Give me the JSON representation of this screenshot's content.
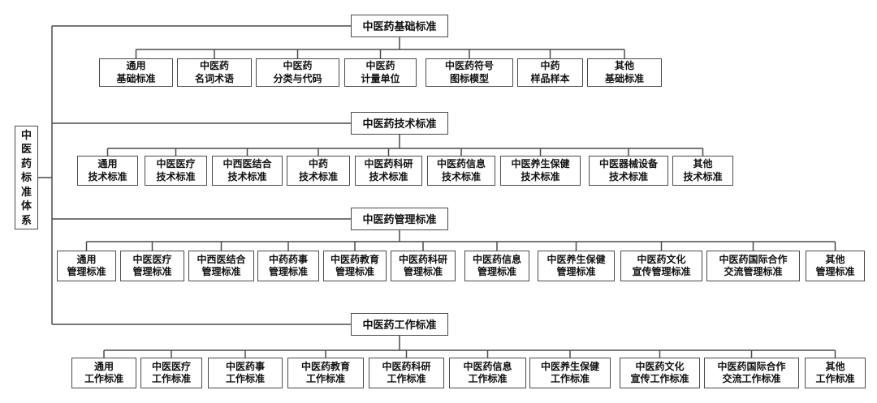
{
  "colors": {
    "line": "#4a4a4a",
    "box_border": "#4a4a4a",
    "text": "#111111",
    "background": "#ffffff"
  },
  "diagram": {
    "root": {
      "label": "中医药标准体系"
    },
    "branches": [
      {
        "label": "中医药基础标准",
        "children": [
          {
            "lines": [
              "通用",
              "基础标准"
            ]
          },
          {
            "lines": [
              "中医药",
              "名词术语"
            ]
          },
          {
            "lines": [
              "中医药",
              "分类与代码"
            ]
          },
          {
            "lines": [
              "中医药",
              "计量单位"
            ]
          },
          {
            "lines": [
              "中医药符号",
              "图标模型"
            ]
          },
          {
            "lines": [
              "中药",
              "样品样本"
            ]
          },
          {
            "lines": [
              "其他",
              "基础标准"
            ]
          }
        ]
      },
      {
        "label": "中医药技术标准",
        "children": [
          {
            "lines": [
              "通用",
              "技术标准"
            ]
          },
          {
            "lines": [
              "中医医疗",
              "技术标准"
            ]
          },
          {
            "lines": [
              "中西医结合",
              "技术标准"
            ]
          },
          {
            "lines": [
              "中药",
              "技术标准"
            ]
          },
          {
            "lines": [
              "中医药科研",
              "技术标准"
            ]
          },
          {
            "lines": [
              "中医药信息",
              "技术标准"
            ]
          },
          {
            "lines": [
              "中医养生保健",
              "技术标准"
            ]
          },
          {
            "lines": [
              "中医器械设备",
              "技术标准"
            ]
          },
          {
            "lines": [
              "其他",
              "技术标准"
            ]
          }
        ]
      },
      {
        "label": "中医药管理标准",
        "children": [
          {
            "lines": [
              "通用",
              "管理标准"
            ]
          },
          {
            "lines": [
              "中医医疗",
              "管理标准"
            ]
          },
          {
            "lines": [
              "中西医结合",
              "管理标准"
            ]
          },
          {
            "lines": [
              "中药药事",
              "管理标准"
            ]
          },
          {
            "lines": [
              "中医药教育",
              "管理标准"
            ]
          },
          {
            "lines": [
              "中医药科研",
              "管理标准"
            ]
          },
          {
            "lines": [
              "中医药信息",
              "管理标准"
            ]
          },
          {
            "lines": [
              "中医养生保健",
              "管理标准"
            ]
          },
          {
            "lines": [
              "中医药文化",
              "宣传管理标准"
            ]
          },
          {
            "lines": [
              "中医药国际合作",
              "交流管理标准"
            ]
          },
          {
            "lines": [
              "其他",
              "管理标准"
            ]
          }
        ]
      },
      {
        "label": "中医药工作标准",
        "children": [
          {
            "lines": [
              "通用",
              "工作标准"
            ]
          },
          {
            "lines": [
              "中医医疗",
              "工作标准"
            ]
          },
          {
            "lines": [
              "中医药事",
              "工作标准"
            ]
          },
          {
            "lines": [
              "中医药教育",
              "工作标准"
            ]
          },
          {
            "lines": [
              "中医药科研",
              "工作标准"
            ]
          },
          {
            "lines": [
              "中医药信息",
              "工作标准"
            ]
          },
          {
            "lines": [
              "中医养生保健",
              "工作标准"
            ]
          },
          {
            "lines": [
              "中医药文化",
              "宣传工作标准"
            ]
          },
          {
            "lines": [
              "中医药国际合作",
              "交流工作标准"
            ]
          },
          {
            "lines": [
              "其他",
              "工作标准"
            ]
          }
        ]
      }
    ]
  }
}
